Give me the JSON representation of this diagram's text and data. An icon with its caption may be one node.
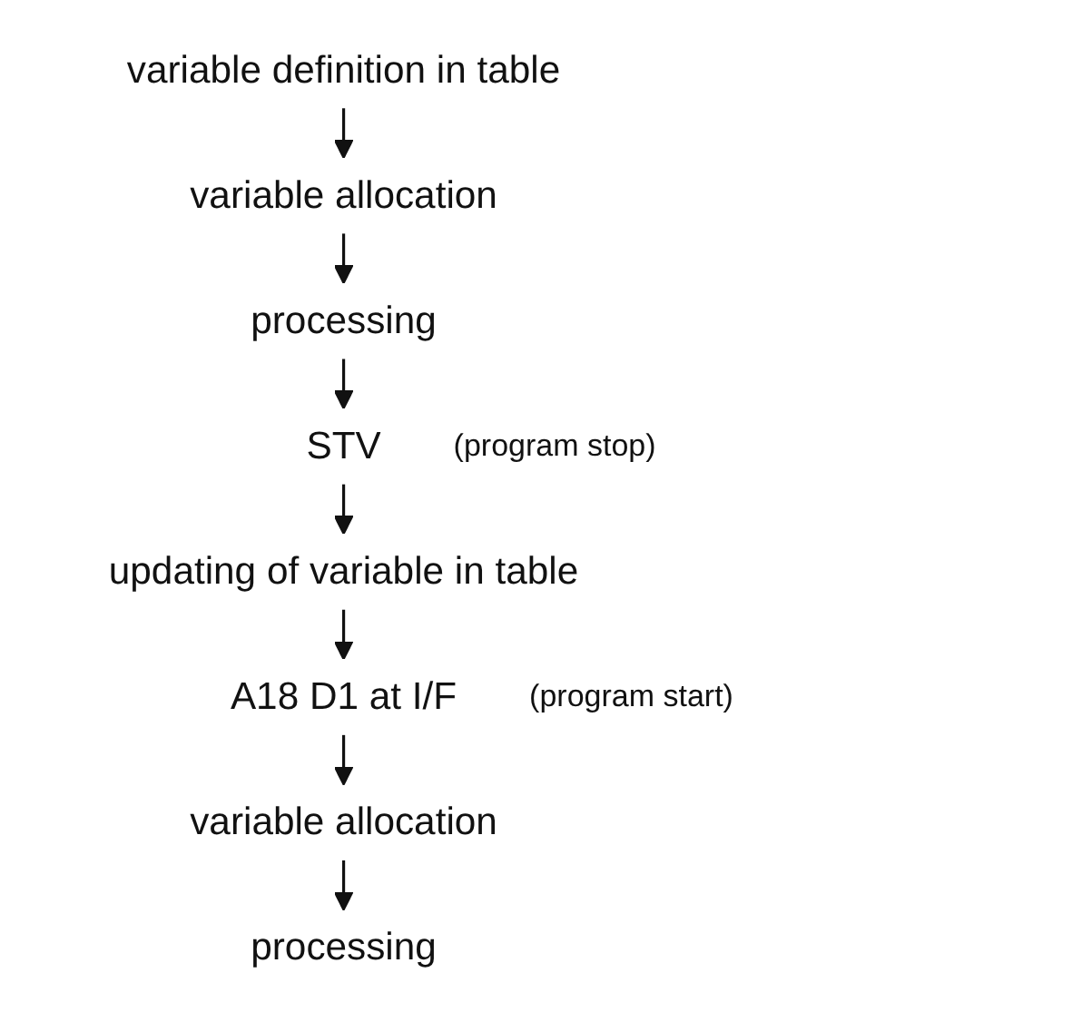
{
  "diagram": {
    "nodes": [
      {
        "text": [
          "variable definition in table"
        ]
      },
      {
        "text": [
          "variable allocation"
        ]
      },
      {
        "text": [
          "processing"
        ]
      },
      {
        "text": [
          "STV"
        ],
        "beside": [
          "(program stop)"
        ]
      },
      {
        "text": [
          "updating of variable in table"
        ]
      },
      {
        "text": [
          "A18 D1 at I/F"
        ],
        "beside": [
          "(program start)"
        ]
      },
      {
        "text": [
          "variable allocation"
        ]
      },
      {
        "text": [
          "processing"
        ]
      }
    ],
    "edges": [
      {
        "from": 0,
        "to": 1,
        "arrow": "to"
      },
      {
        "from": 1,
        "to": 2,
        "arrow": "to"
      },
      {
        "from": 2,
        "to": 3,
        "arrow": "to"
      },
      {
        "from": 3,
        "to": 4,
        "arrow": "to"
      },
      {
        "from": 4,
        "to": 5,
        "arrow": "to"
      },
      {
        "from": 5,
        "to": 6,
        "arrow": "to"
      },
      {
        "from": 6,
        "to": 7,
        "arrow": "to"
      }
    ]
  }
}
